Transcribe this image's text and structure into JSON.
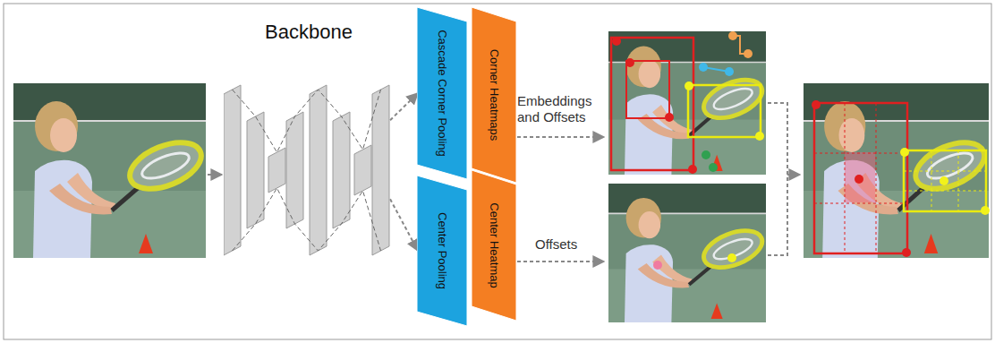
{
  "diagram": {
    "nodes": [
      {
        "text": [
          "Backbone"
        ]
      },
      {
        "text": [
          "Cascade Corner Pooling"
        ]
      },
      {
        "text": [
          "Corner Heatmaps"
        ]
      },
      {
        "text": [
          "Center Pooling"
        ]
      },
      {
        "text": [
          "Center Heatmap"
        ]
      }
    ],
    "edges": [
      {
        "from": 0,
        "to": 1,
        "arrow": "to"
      },
      {
        "from": 0,
        "to": 3,
        "arrow": "to"
      }
    ],
    "labels": [
      "Embeddings and Offsets",
      "Offsets"
    ]
  }
}
